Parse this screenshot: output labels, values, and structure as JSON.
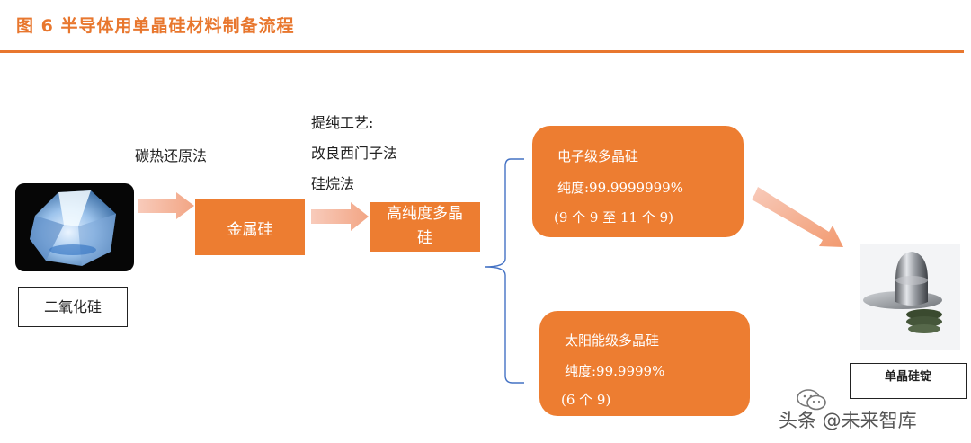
{
  "header": {
    "title": "图 6 半导体用单晶硅材料制备流程"
  },
  "flow": {
    "raw_material": "二氧化硅",
    "step1_process": "碳热还原法",
    "metal_silicon": "金属硅",
    "step2_title": "提纯工艺:",
    "step2_method1": "改良西门子法",
    "step2_method2": "硅烷法",
    "poly_line1": "高纯度多晶",
    "poly_line2": "硅",
    "electronic": {
      "name": "电子级多晶硅",
      "purity": "纯度:99.9999999%",
      "note": "(9 个 9 至 11 个 9)"
    },
    "solar": {
      "name": "太阳能级多晶硅",
      "purity": "纯度:99.9999%",
      "note": "(6 个 9)"
    },
    "final_product": "单晶硅锭"
  },
  "watermark": {
    "text": "头条 @未来智库"
  },
  "colors": {
    "accent": "#ed7d31",
    "title": "#e8772e",
    "arrow_light": "#f4b5a0",
    "bracket": "#4472c4"
  }
}
